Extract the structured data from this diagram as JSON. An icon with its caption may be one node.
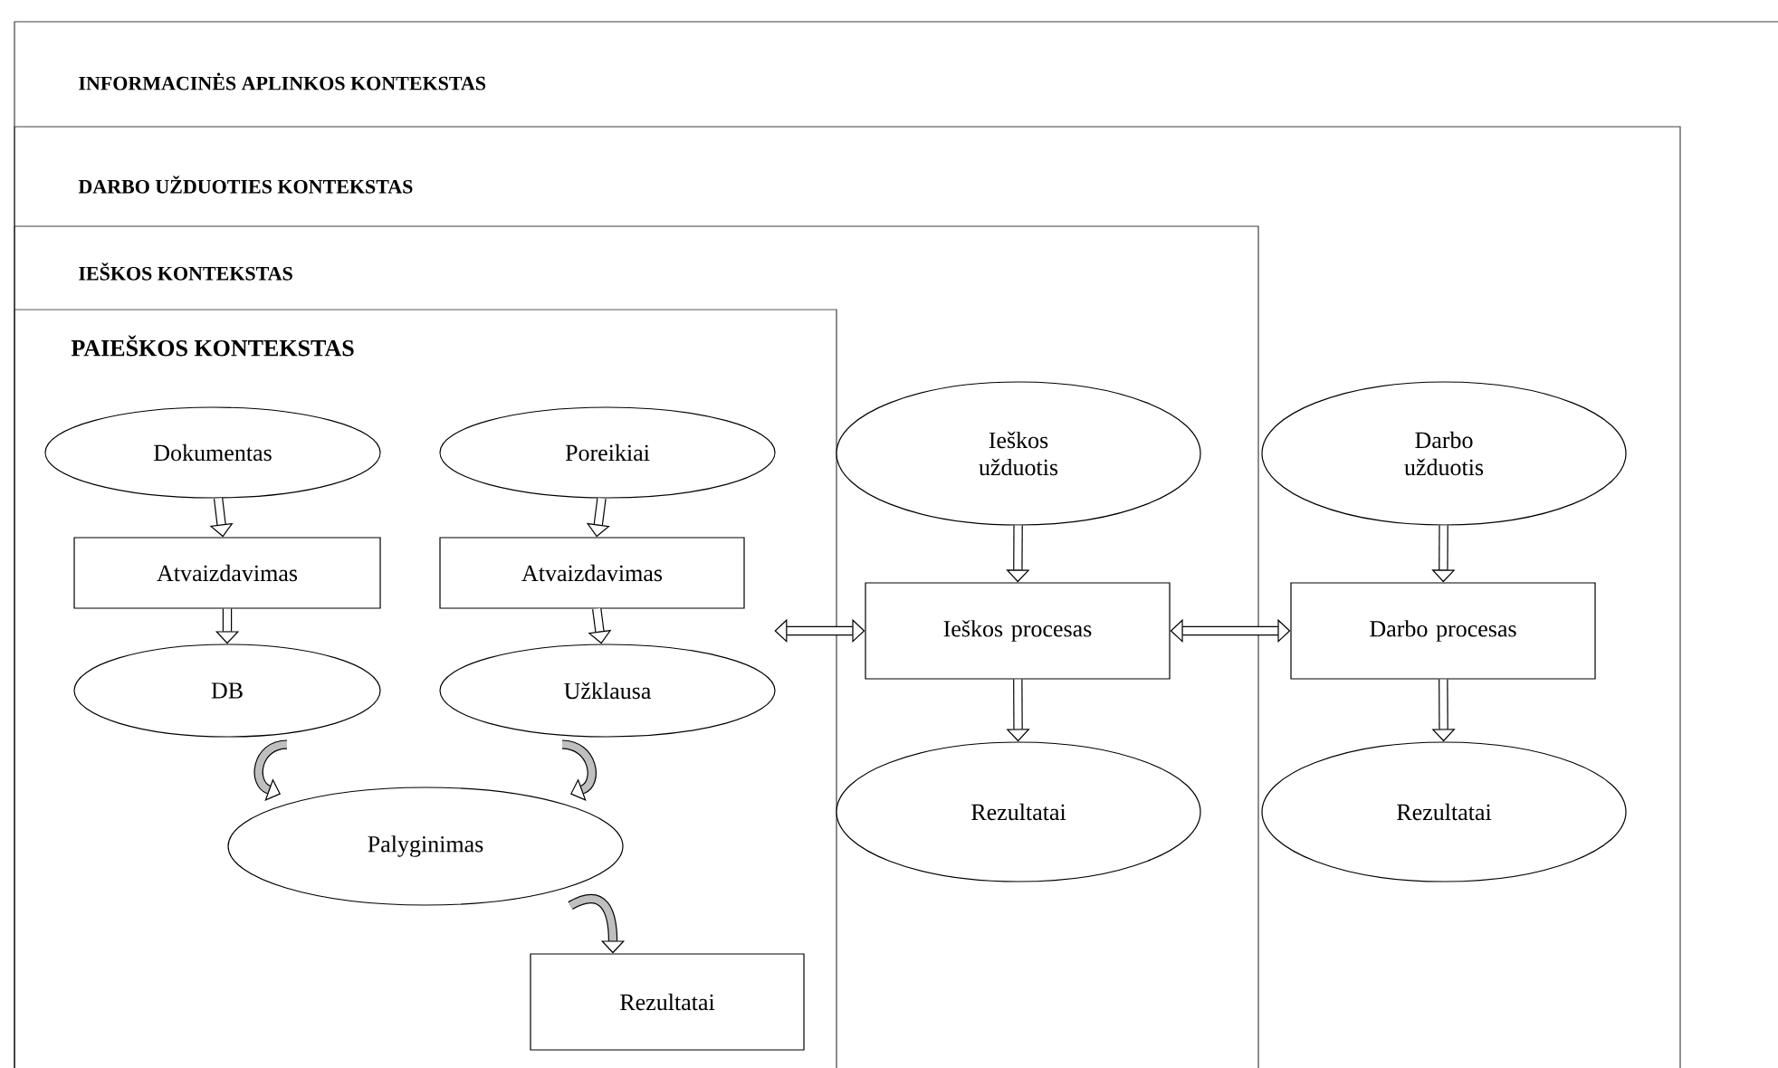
{
  "diagram": {
    "nodes": [
      {
        "text": [
          "INFORMACINĖS APLINKOS KONTEKSTAS"
        ]
      },
      {
        "text": [
          "DARBO UŽDUOTIES KONTEKSTAS"
        ],
        "in": 0
      },
      {
        "text": [
          "IEŠKOS KONTEKSTAS"
        ],
        "in": 1
      },
      {
        "text": [
          "PAIEŠKOS KONTEKSTAS"
        ],
        "in": 2
      },
      {
        "text": [
          "Dokumentas"
        ],
        "in": 3
      },
      {
        "text": [
          "Poreikiai"
        ],
        "in": 3
      },
      {
        "text": [
          "Atvaizdavimas"
        ],
        "in": 3
      },
      {
        "text": [
          "Atvaizdavimas"
        ],
        "in": 3
      },
      {
        "text": [
          "DB"
        ],
        "in": 3
      },
      {
        "text": [
          "Užklausa"
        ],
        "in": 3
      },
      {
        "text": [
          "Palyginimas"
        ],
        "in": 3
      },
      {
        "text": [
          "Rezultatai"
        ],
        "in": 3
      },
      {
        "text": [
          "Ieškos užduotis"
        ],
        "in": 2
      },
      {
        "text": [
          "Ieškos procesas"
        ],
        "in": 2
      },
      {
        "text": [
          "Rezultatai"
        ],
        "in": 2
      },
      {
        "text": [
          "Darbo užduotis"
        ],
        "in": 1
      },
      {
        "text": [
          "Darbo procesas"
        ],
        "in": 1
      },
      {
        "text": [
          "Rezultatai"
        ],
        "in": 1
      }
    ],
    "edges": [
      {
        "from": 4,
        "to": 6,
        "arrow": "to"
      },
      {
        "from": 6,
        "to": 8,
        "arrow": "to"
      },
      {
        "from": 5,
        "to": 7,
        "arrow": "to"
      },
      {
        "from": 7,
        "to": 9,
        "arrow": "to"
      },
      {
        "from": 8,
        "to": 10,
        "arrow": "to"
      },
      {
        "from": 9,
        "to": 10,
        "arrow": "to"
      },
      {
        "from": 10,
        "to": 11,
        "arrow": "to"
      },
      {
        "from": 3,
        "to": 13,
        "arrow": "both"
      },
      {
        "from": 12,
        "to": 13,
        "arrow": "to"
      },
      {
        "from": 13,
        "to": 14,
        "arrow": "to"
      },
      {
        "from": 13,
        "to": 16,
        "arrow": "both"
      },
      {
        "from": 15,
        "to": 16,
        "arrow": "to"
      },
      {
        "from": 16,
        "to": 17,
        "arrow": "to"
      }
    ]
  }
}
